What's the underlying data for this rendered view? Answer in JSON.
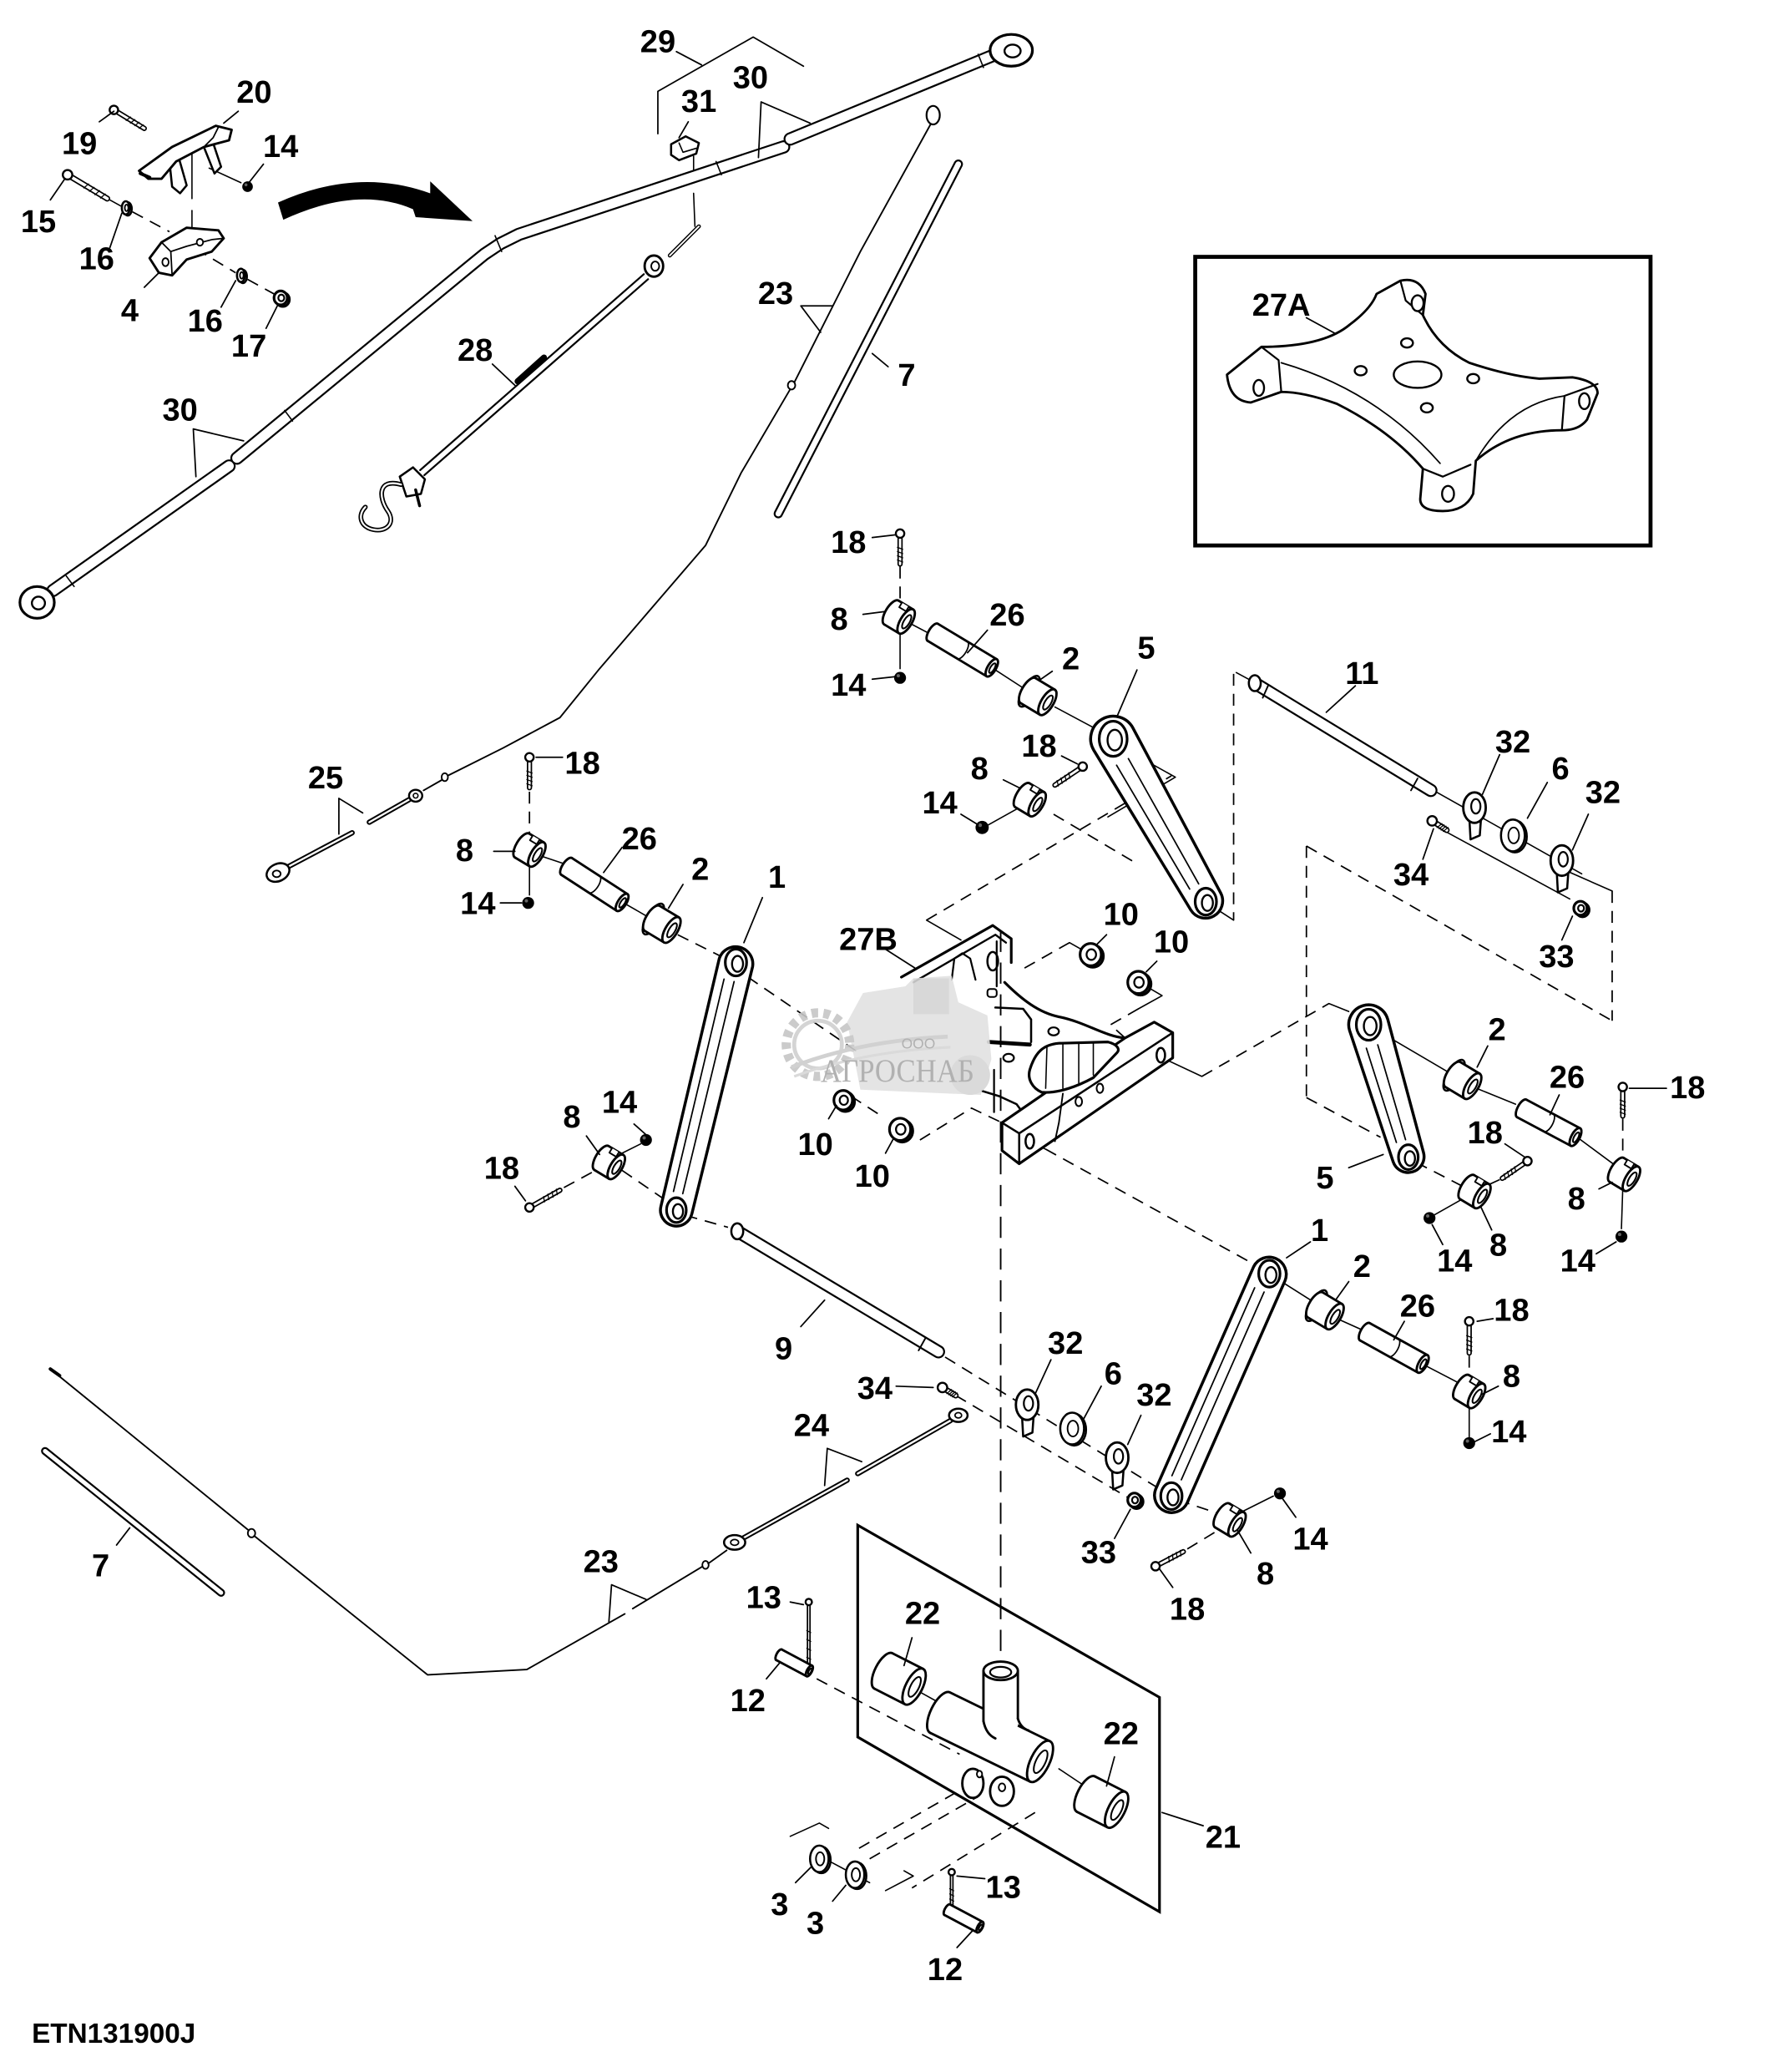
{
  "figure": {
    "id": "ETN131900J"
  },
  "watermark": {
    "prefix": "ООО",
    "name": "АГРОСНАБ"
  },
  "callouts": [
    "29",
    "30",
    "31",
    "20",
    "19",
    "14",
    "15",
    "16",
    "4",
    "16",
    "17",
    "30",
    "28",
    "23",
    "7",
    "27A",
    "18",
    "8",
    "26",
    "14",
    "2",
    "5",
    "11",
    "18",
    "8",
    "14",
    "32",
    "6",
    "32",
    "34",
    "33",
    "25",
    "18",
    "8",
    "26",
    "2",
    "1",
    "14",
    "27B",
    "10",
    "10",
    "14",
    "8",
    "18",
    "10",
    "10",
    "2",
    "26",
    "18",
    "18",
    "5",
    "8",
    "14",
    "8",
    "14",
    "1",
    "2",
    "26",
    "18",
    "8",
    "14",
    "9",
    "32",
    "6",
    "32",
    "34",
    "24",
    "33",
    "14",
    "8",
    "18",
    "7",
    "23",
    "13",
    "22",
    "12",
    "22",
    "21",
    "3",
    "3",
    "13",
    "12"
  ]
}
